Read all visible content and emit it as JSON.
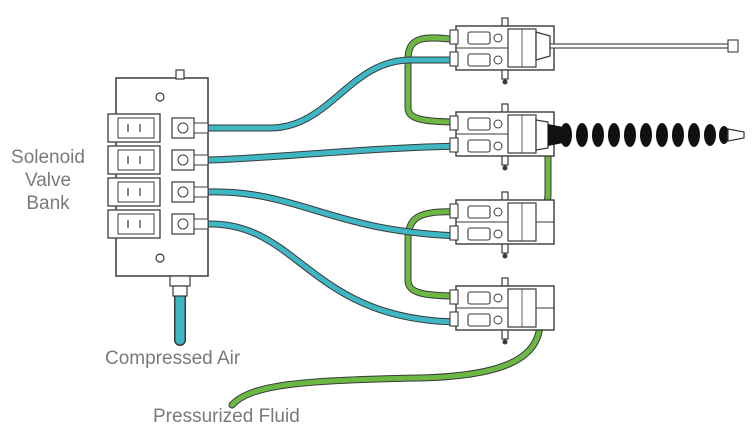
{
  "labels": {
    "bank_line1": "Solenoid",
    "bank_line2": "Valve",
    "bank_line3": "Bank",
    "air": "Compressed Air",
    "fluid": "Pressurized Fluid"
  },
  "colors": {
    "air_hose": "#3fb6c4",
    "fluid_hose": "#6cb844",
    "outline": "#3a3a3a",
    "body_fill": "#ffffff",
    "label_text": "#7a7a7a",
    "flex_nozzle": "#111111"
  },
  "components": {
    "solenoid_valves": 4,
    "spray_valves": 4,
    "nozzles": [
      "straight-nozzle",
      "flexible-nozzle"
    ]
  }
}
